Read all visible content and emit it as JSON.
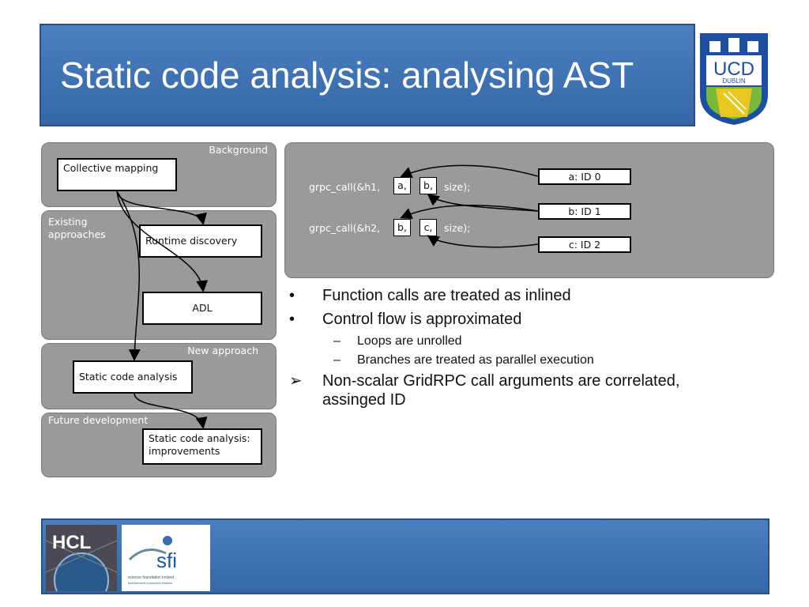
{
  "slide": {
    "title": "Static code analysis: analysing AST"
  },
  "logos": {
    "ucd_text": "UCD",
    "ucd_sub": "DUBLIN",
    "hcl_text": "HCL",
    "sfi_text": "sfi",
    "sfi_name": "science foundation ireland",
    "sfi_irish": "fondúireacht eolaíochta éireann"
  },
  "diagram": {
    "panels": {
      "background": "Background",
      "existing_line1": "Existing",
      "existing_line2": "approaches",
      "new": "New approach",
      "future": "Future development"
    },
    "boxes": {
      "collective": "Collective mapping",
      "runtime": "Runtime discovery",
      "adl": "ADL",
      "static": "Static code analysis",
      "improvements_line1": "Static code analysis:",
      "improvements_line2": "improvements"
    }
  },
  "code": {
    "line1_prefix": "grpc_call(&h1,",
    "line1_arg1": "a,",
    "line1_arg2": "b,",
    "line1_suffix": "size);",
    "line2_prefix": "grpc_call(&h2,",
    "line2_arg1": "b,",
    "line2_arg2": "c,",
    "line2_suffix": "size);",
    "ids": [
      "a: ID 0",
      "b: ID 1",
      "c: ID 2"
    ]
  },
  "bullets": {
    "b1": "Function calls are treated as inlined",
    "b2": "Control flow is approximated",
    "b2_1": "Loops are unrolled",
    "b2_2": "Branches are treated as parallel execution",
    "b3_line1": "Non-scalar GridRPC call arguments are correlated,",
    "b3_line2": "assinged ID",
    "bullet_mark": "•",
    "sub_mark": "–",
    "arrow_mark": "➢"
  },
  "colors": {
    "title_bar": "#3f73b5",
    "panel_gray": "#9a9a9a"
  }
}
